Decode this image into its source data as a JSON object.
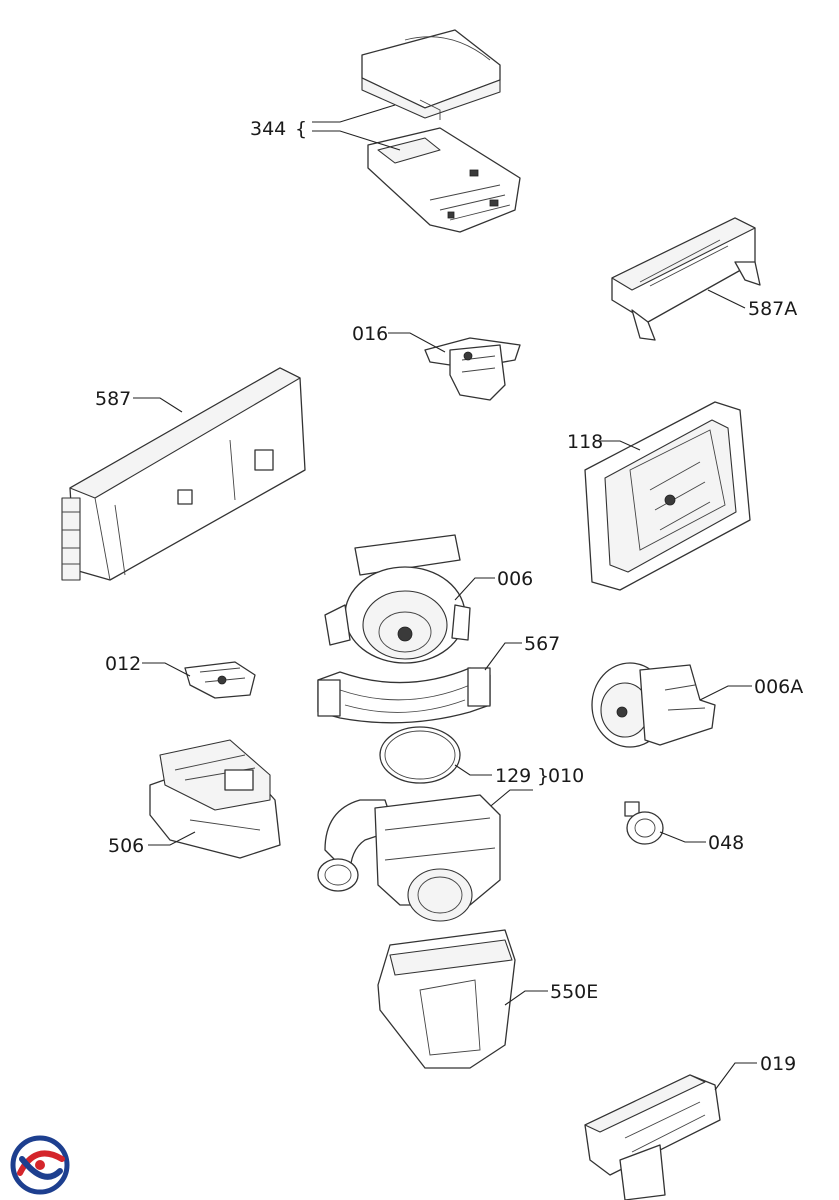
{
  "colors": {
    "line": "#333333",
    "logo_blue": "#1d3f8f",
    "logo_red": "#d4252b"
  },
  "logo": {
    "icon": "brand-swirl-logo-icon"
  },
  "callouts": {
    "c344": "344",
    "c344_brace": "{",
    "c587A": "587A",
    "c016": "016",
    "c587": "587",
    "c118": "118",
    "c006": "006",
    "c567": "567",
    "c012": "012",
    "c006A": "006A",
    "c129": "129",
    "c010_brace": "}",
    "c010": "010",
    "c506": "506",
    "c048": "048",
    "c550E": "550E",
    "c019": "019"
  }
}
